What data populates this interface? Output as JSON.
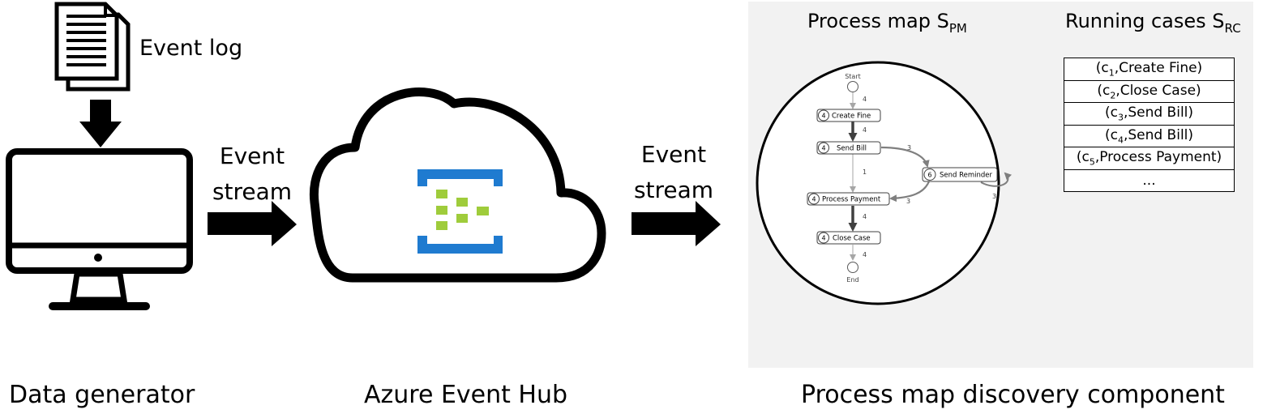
{
  "input": {
    "event_log_label": "Event log",
    "generator_label": "Data generator",
    "stream_label_line1": "Event",
    "stream_label_line2": "stream"
  },
  "hub": {
    "label": "Azure Event Hub",
    "stream_label_line1": "Event",
    "stream_label_line2": "stream"
  },
  "discovery": {
    "label": "Process map discovery component",
    "process_map_title": "Process map S",
    "process_map_sub": "PM",
    "running_cases_title": "Running cases S",
    "running_cases_sub": "RC",
    "process_map": {
      "start_label": "Start",
      "end_label": "End",
      "nodes": [
        {
          "count": "4",
          "label": "Create Fine"
        },
        {
          "count": "4",
          "label": "Send Bill"
        },
        {
          "count": "6",
          "label": "Send Reminder"
        },
        {
          "count": "4",
          "label": "Process Payment"
        },
        {
          "count": "4",
          "label": "Close Case"
        }
      ],
      "edges": {
        "start_create": "4",
        "create_sendbill": "4",
        "sendbill_reminder": "3",
        "sendbill_payment": "1",
        "reminder_payment": "3",
        "reminder_loop": "3",
        "payment_close": "4",
        "close_end": "4"
      }
    },
    "running_cases": [
      {
        "open": "(c",
        "sub": "1",
        "rest": ",Create Fine)"
      },
      {
        "open": "(c",
        "sub": "2",
        "rest": ",Close Case)"
      },
      {
        "open": "(c",
        "sub": "3",
        "rest": ",Send Bill)"
      },
      {
        "open": "(c",
        "sub": "4",
        "rest": ",Send Bill)"
      },
      {
        "open": "(c",
        "sub": "5",
        "rest": ",Process Payment)"
      }
    ],
    "running_cases_more": "..."
  },
  "colors": {
    "panel_bg": "#f2f2f2",
    "hub_blue": "#1f7bd0",
    "hub_green": "#9fcc3b",
    "edge_light": "#a6a6a6",
    "edge_mid": "#7f7f7f",
    "edge_dark": "#404040"
  }
}
